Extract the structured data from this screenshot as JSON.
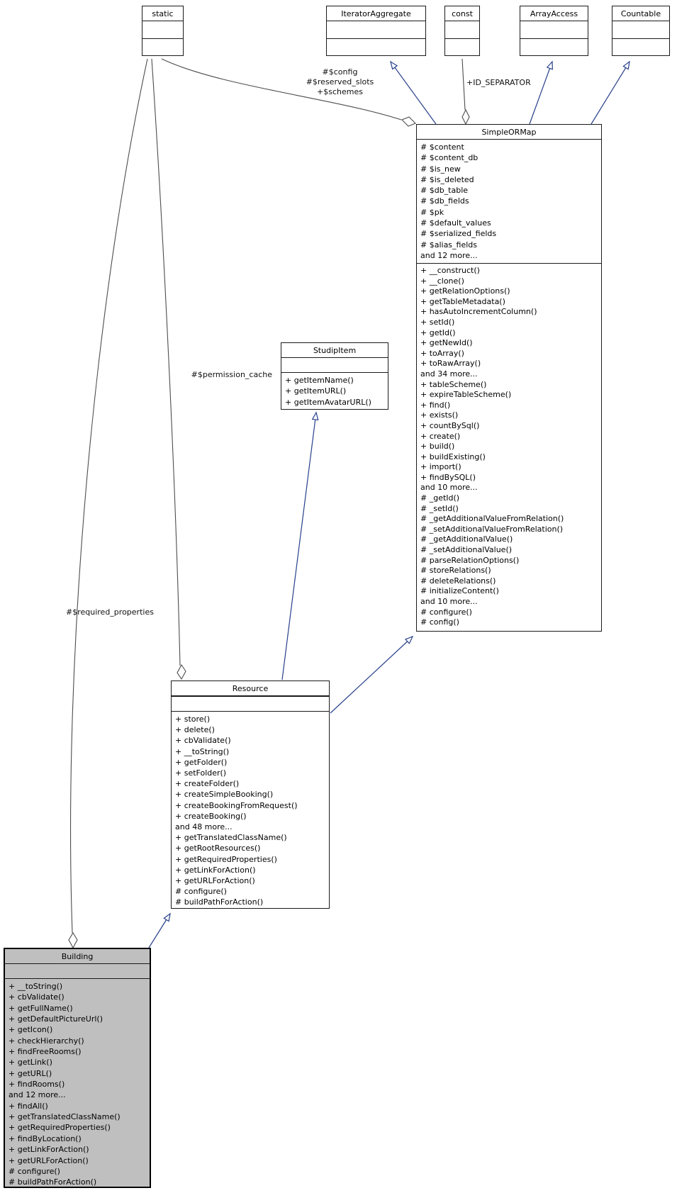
{
  "classes": {
    "static": {
      "title": "static",
      "attributes": [],
      "methods": []
    },
    "iteratoraggregate": {
      "title": "IteratorAggregate",
      "attributes": [],
      "methods": []
    },
    "const": {
      "title": "const",
      "attributes": [],
      "methods": []
    },
    "arrayaccess": {
      "title": "ArrayAccess",
      "attributes": [],
      "methods": []
    },
    "countable": {
      "title": "Countable",
      "attributes": [],
      "methods": []
    },
    "simpleormap": {
      "title": "SimpleORMap",
      "attributes": [
        "# $content",
        "# $content_db",
        "# $is_new",
        "# $is_deleted",
        "# $db_table",
        "# $db_fields",
        "# $pk",
        "# $default_values",
        "# $serialized_fields",
        "# $alias_fields",
        "and 12 more..."
      ],
      "methods": [
        "+ __construct()",
        "+ __clone()",
        "+ getRelationOptions()",
        "+ getTableMetadata()",
        "+ hasAutoIncrementColumn()",
        "+ setId()",
        "+ getId()",
        "+ getNewId()",
        "+ toArray()",
        "+ toRawArray()",
        "and 34 more...",
        "+ tableScheme()",
        "+ expireTableScheme()",
        "+ find()",
        "+ exists()",
        "+ countBySql()",
        "+ create()",
        "+ build()",
        "+ buildExisting()",
        "+ import()",
        "+ findBySQL()",
        "and 10 more...",
        "# _getId()",
        "# _setId()",
        "# _getAdditionalValueFromRelation()",
        "# _setAdditionalValueFromRelation()",
        "# _getAdditionalValue()",
        "# _setAdditionalValue()",
        "# parseRelationOptions()",
        "# storeRelations()",
        "# deleteRelations()",
        "# initializeContent()",
        "and 10 more...",
        "# configure()",
        "# config()"
      ]
    },
    "studipitem": {
      "title": "StudipItem",
      "attributes": [],
      "methods": [
        "+ getItemName()",
        "+ getItemURL()",
        "+ getItemAvatarURL()"
      ]
    },
    "resource": {
      "title": "Resource",
      "attributes": [],
      "methods": [
        "+ store()",
        "+ delete()",
        "+ cbValidate()",
        "+ __toString()",
        "+ getFolder()",
        "+ setFolder()",
        "+ createFolder()",
        "+ createSimpleBooking()",
        "+ createBookingFromRequest()",
        "+ createBooking()",
        "and 48 more...",
        "+ getTranslatedClassName()",
        "+ getRootResources()",
        "+ getRequiredProperties()",
        "+ getLinkForAction()",
        "+ getURLForAction()",
        "# configure()",
        "# buildPathForAction()"
      ]
    },
    "building": {
      "title": "Building",
      "attributes": [],
      "methods": [
        "+ __toString()",
        "+ cbValidate()",
        "+ getFullName()",
        "+ getDefaultPictureUrl()",
        "+ getIcon()",
        "+ checkHierarchy()",
        "+ findFreeRooms()",
        "+ getLink()",
        "+ getURL()",
        "+ findRooms()",
        "and 12 more...",
        "+ findAll()",
        "+ getTranslatedClassName()",
        "+ getRequiredProperties()",
        "+ findByLocation()",
        "+ getLinkForAction()",
        "+ getURLForAction()",
        "# configure()",
        "# buildPathForAction()"
      ]
    }
  },
  "edge_labels": {
    "simpleormap_static_members": [
      "#$config",
      "#$reserved_slots",
      "+$schemes"
    ],
    "id_separator": "+ID_SEPARATOR",
    "permission_cache": "#$permission_cache",
    "required_properties": "#$required_properties"
  },
  "colors": {
    "inheritance_edge": "#27408b",
    "aggregation_edge": "#4d4d4d",
    "highlight_fill": "#bfbfbf",
    "box_fill": "#ffffff",
    "box_border": "#1a1a1a"
  }
}
